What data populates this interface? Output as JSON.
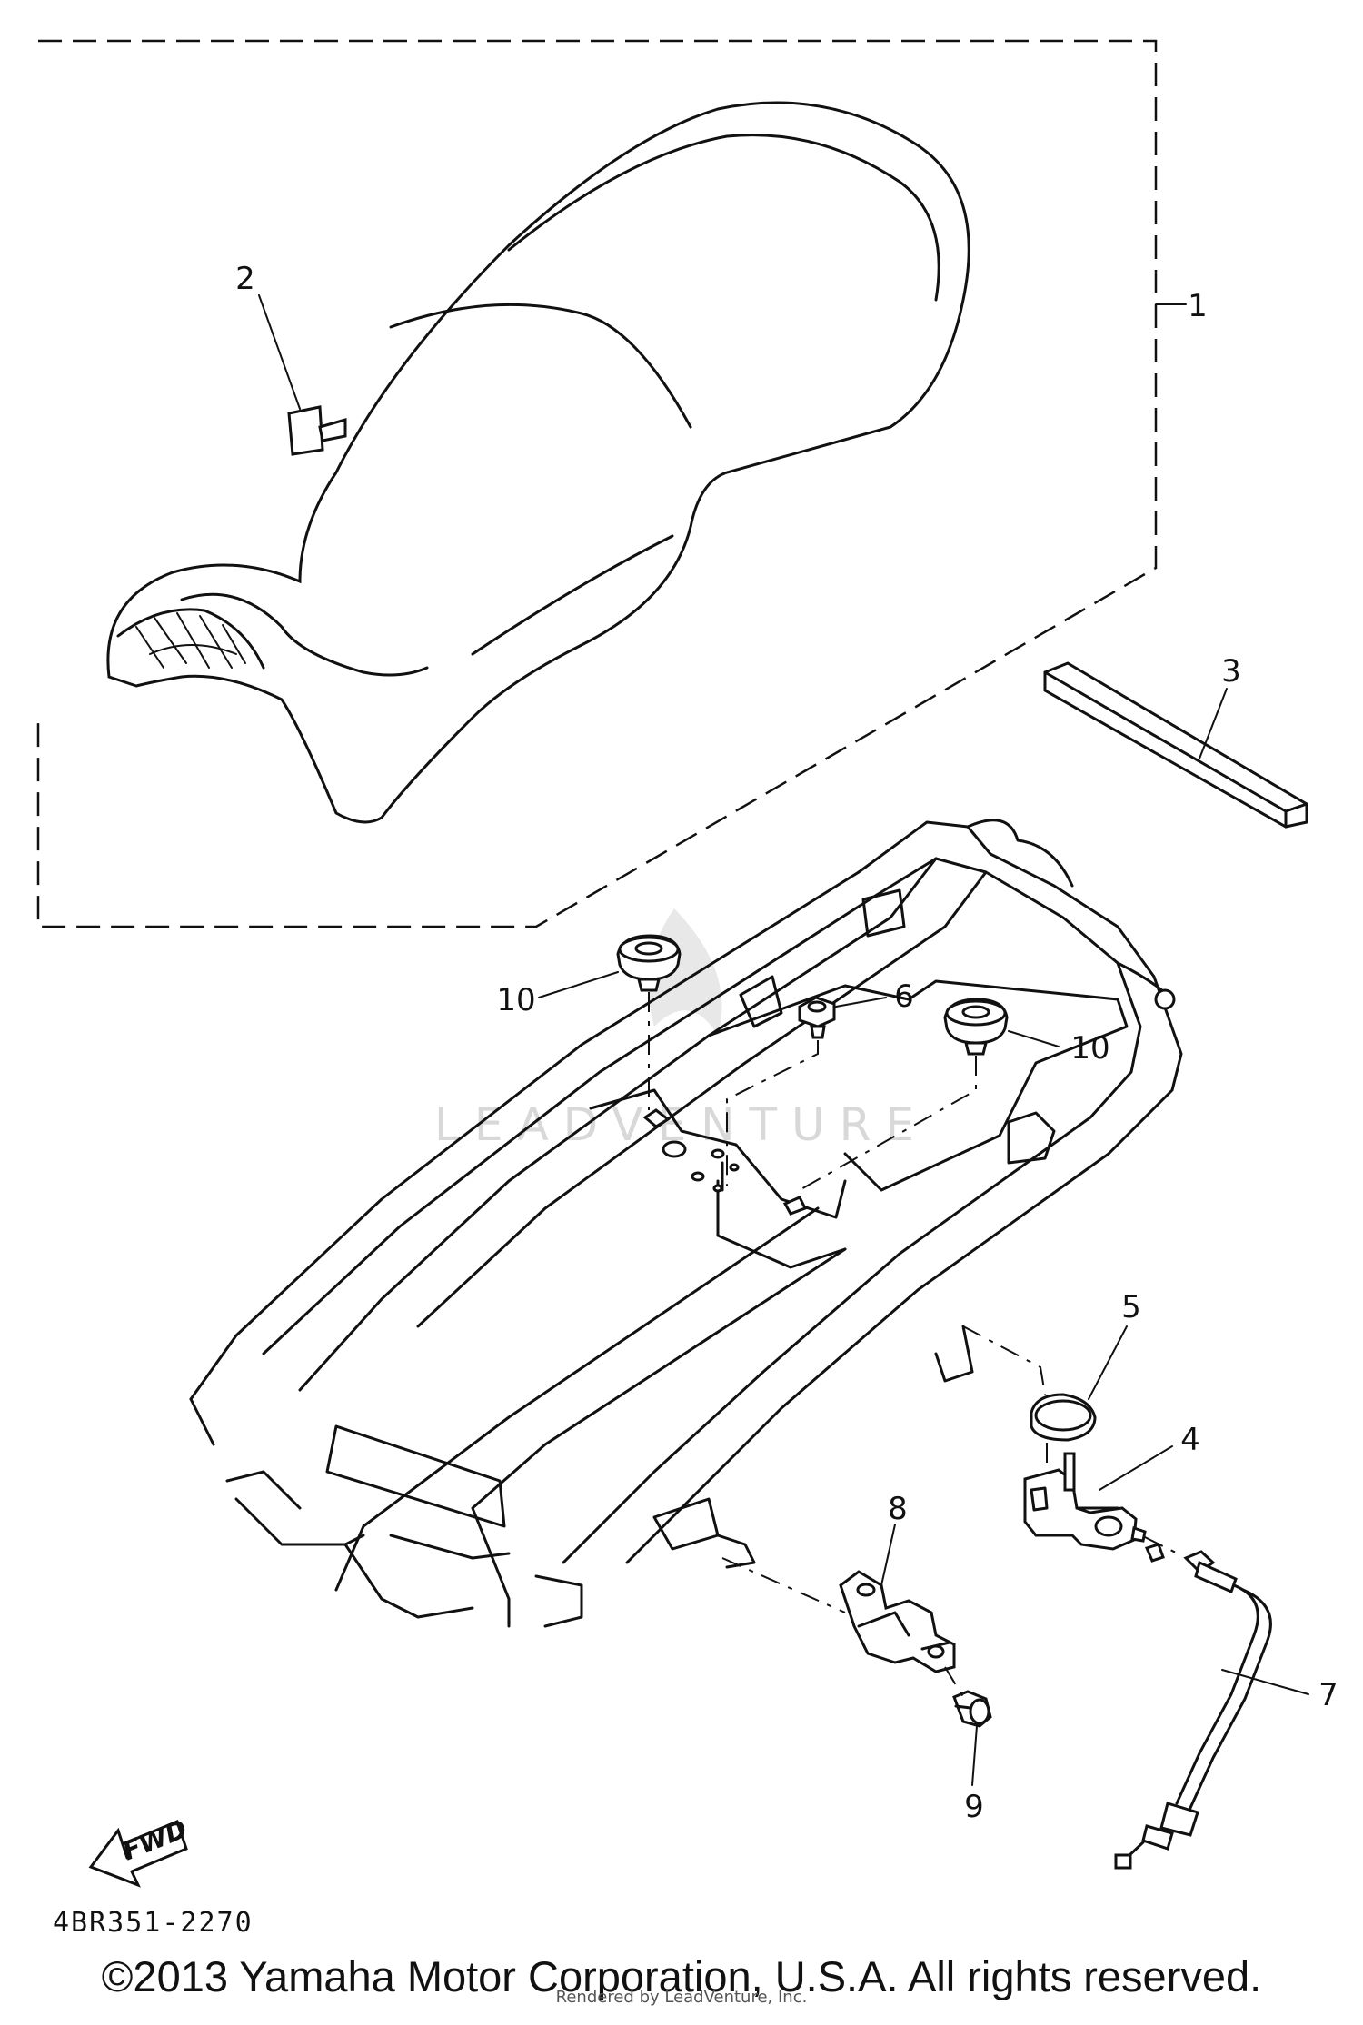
{
  "callouts": {
    "c1": "1",
    "c2": "2",
    "c3": "3",
    "c4": "4",
    "c5": "5",
    "c6": "6",
    "c7": "7",
    "c8": "8",
    "c9": "9",
    "c10a": "10",
    "c10b": "10"
  },
  "fwd_label": "FWD",
  "diagram_code": "4BR351-2270",
  "watermark": "LEADVENTURE",
  "copyright": "©2013 Yamaha Motor Corporation, U.S.A. All rights reserved.",
  "rendered_by": "Rendered by LeadVenture, Inc."
}
